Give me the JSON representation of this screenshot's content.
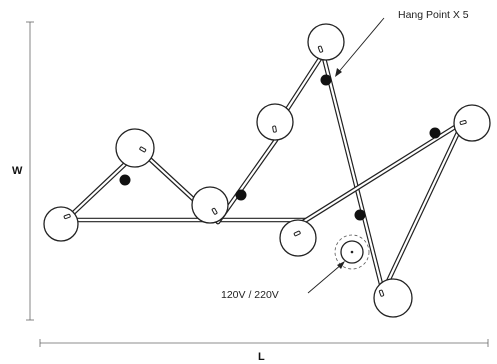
{
  "labels": {
    "hang_point": "Hang Point X 5",
    "voltage": "120V / 220V",
    "width": "W",
    "length": "L"
  }
}
